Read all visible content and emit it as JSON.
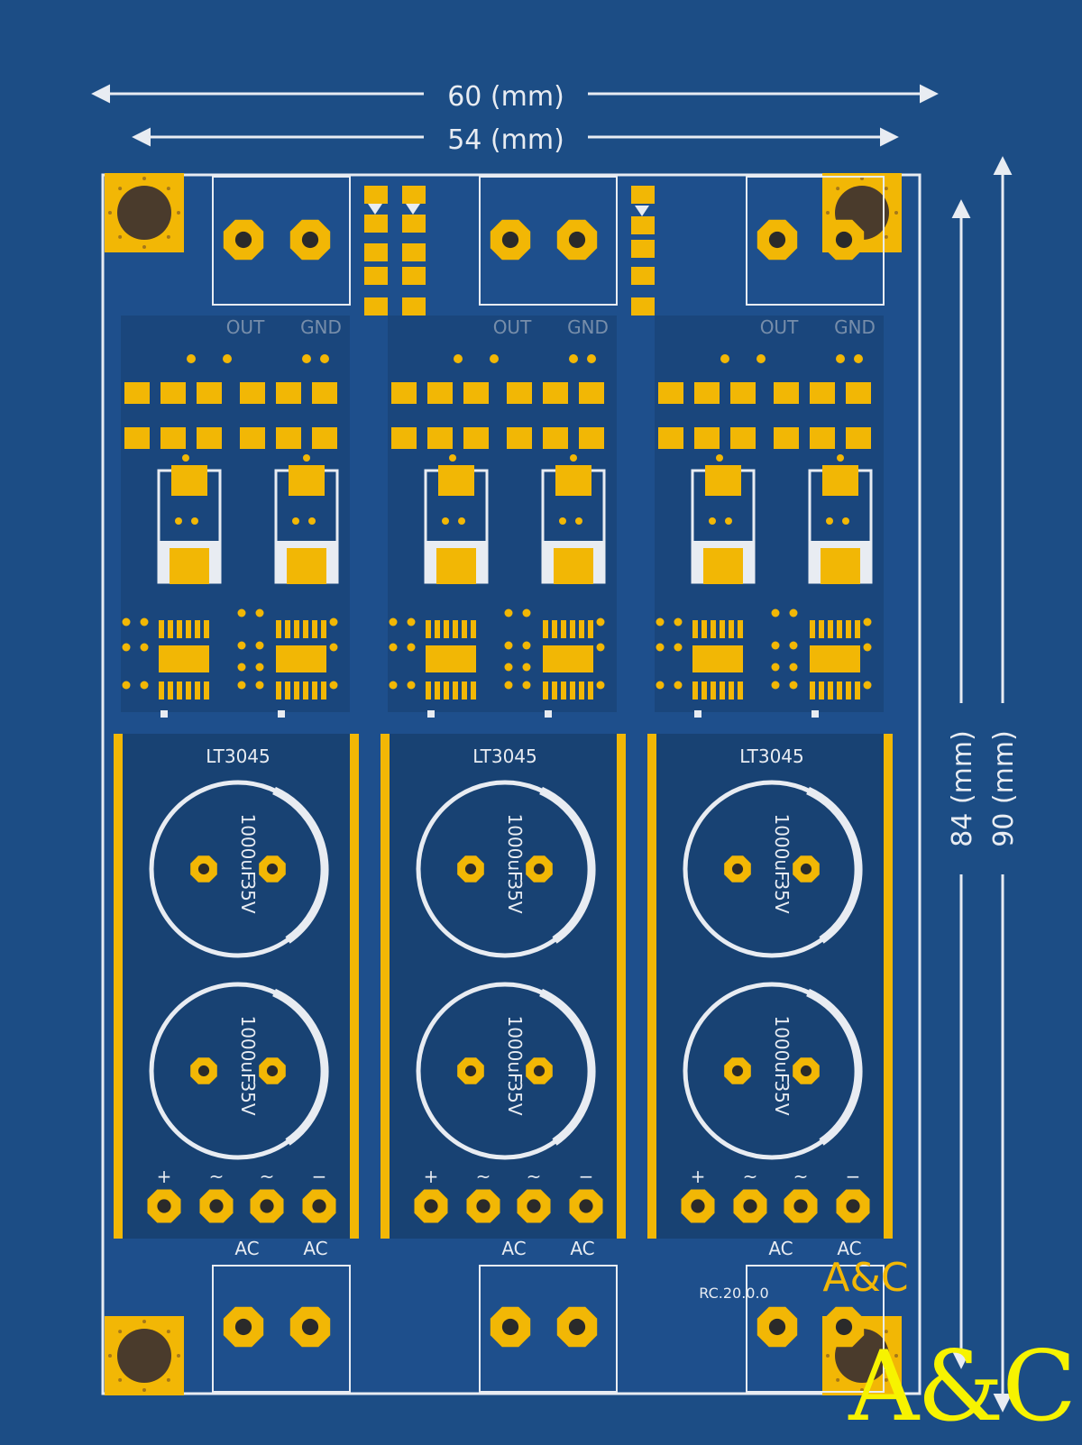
{
  "dimensions": {
    "width_outer": "60 (mm)",
    "width_inner": "54 (mm)",
    "height_inner": "84 (mm)",
    "height_outer": "90 (mm)"
  },
  "channels": [
    {
      "out_label": "OUT",
      "gnd_label": "GND",
      "regulator": "LT3045",
      "cap_top": [
        "35V",
        "1000uF"
      ],
      "cap_bottom": [
        "35V",
        "1000uF"
      ],
      "rect_signs": [
        "+",
        "~",
        "~",
        "−"
      ],
      "ac_labels": [
        "AC",
        "AC"
      ]
    },
    {
      "out_label": "OUT",
      "gnd_label": "GND",
      "regulator": "LT3045",
      "cap_top": [
        "35V",
        "1000uF"
      ],
      "cap_bottom": [
        "35V",
        "1000uF"
      ],
      "rect_signs": [
        "+",
        "~",
        "~",
        "−"
      ],
      "ac_labels": [
        "AC",
        "AC"
      ]
    },
    {
      "out_label": "OUT",
      "gnd_label": "GND",
      "regulator": "LT3045",
      "cap_top": [
        "35V",
        "1000uF"
      ],
      "cap_bottom": [
        "35V",
        "1000uF"
      ],
      "rect_signs": [
        "+",
        "~",
        "~",
        "−"
      ],
      "ac_labels": [
        "AC",
        "AC"
      ]
    }
  ],
  "board_logo": "A&C",
  "version_text": "RC.20.0.0",
  "watermark": "A&C",
  "colors": {
    "background": "#1c4d85",
    "board": "#1e4f8c",
    "section": "#18406f",
    "pad_gold": "#f2b705",
    "silk": "#e8ecf2",
    "watermark": "#f7f300"
  }
}
